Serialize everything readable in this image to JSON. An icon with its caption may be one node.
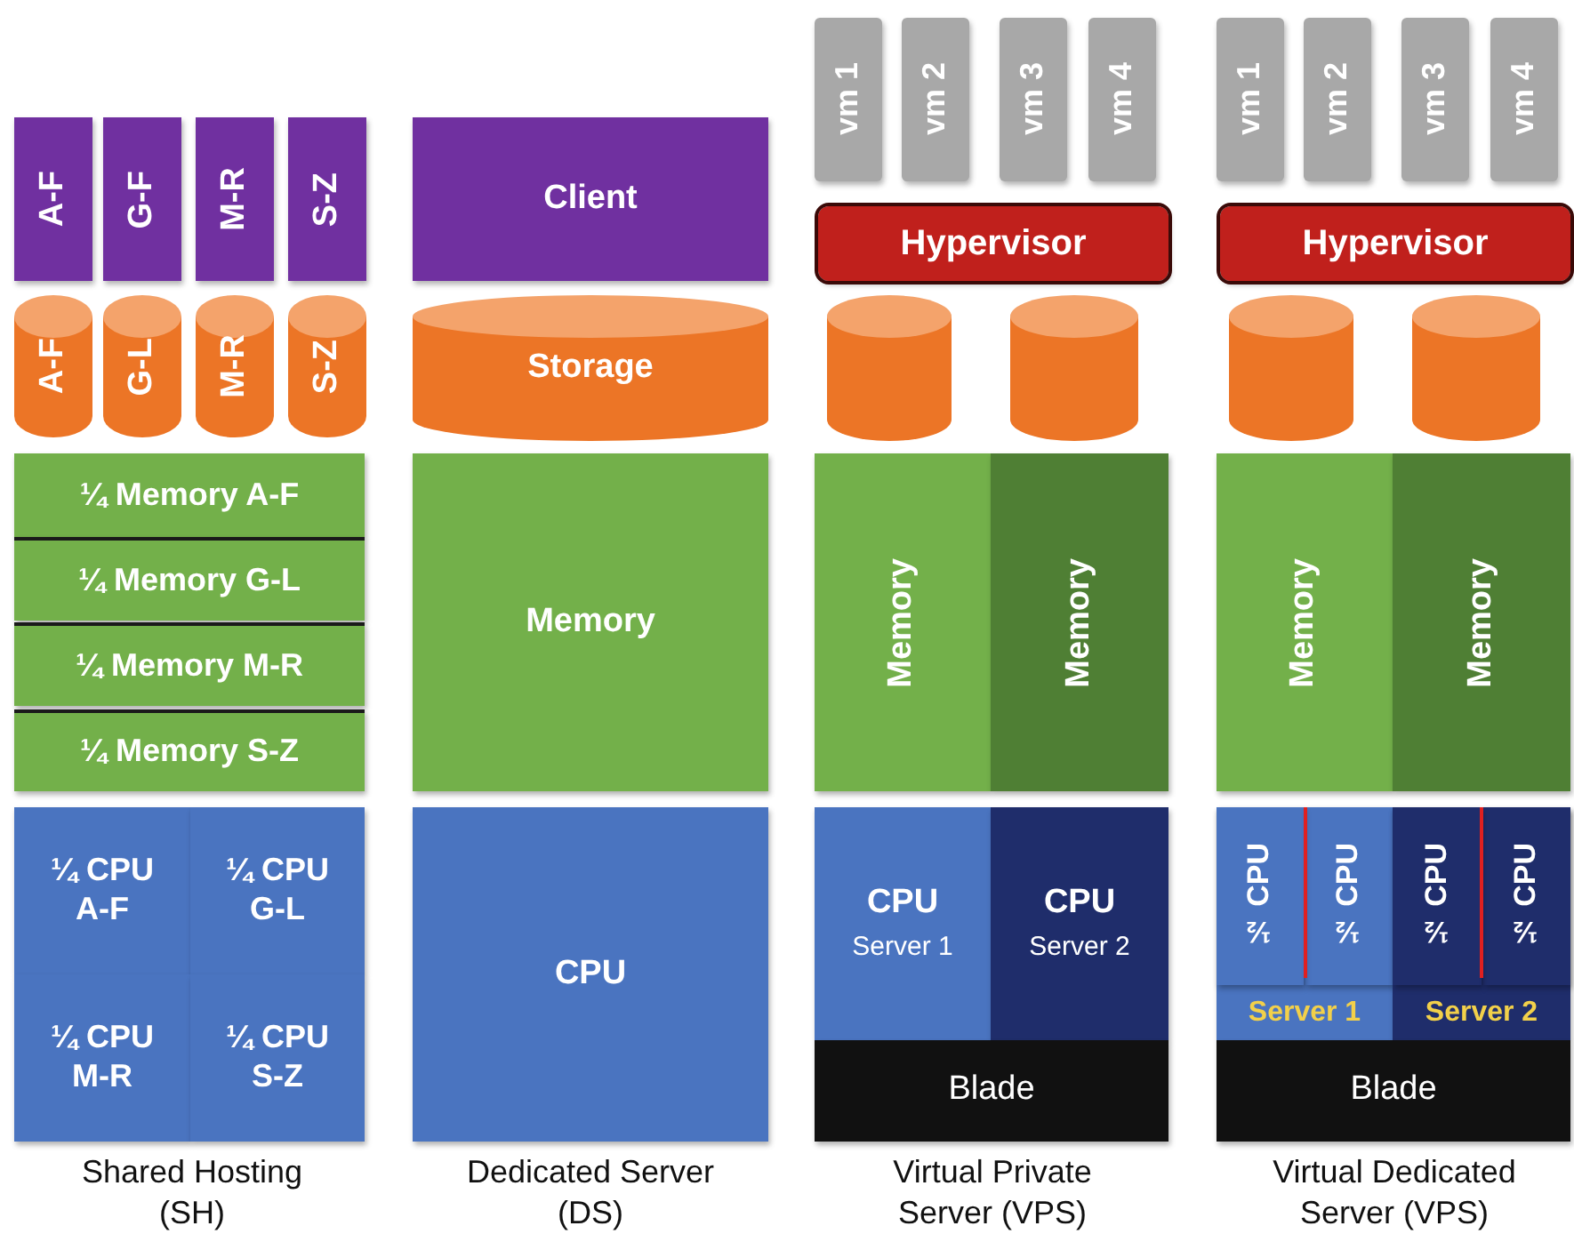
{
  "diagram": {
    "nodes": [
      {
        "text": [
          "A-F"
        ]
      },
      {
        "text": [
          "G-F"
        ]
      },
      {
        "text": [
          "M-R"
        ]
      },
      {
        "text": [
          "S-Z"
        ]
      },
      {
        "text": [
          "A-F"
        ]
      },
      {
        "text": [
          "G-L"
        ]
      },
      {
        "text": [
          "M-R"
        ]
      },
      {
        "text": [
          "S-Z"
        ]
      },
      {
        "text": [
          "¼ Memory A-F"
        ]
      },
      {
        "text": [
          "¼ Memory G-L"
        ]
      },
      {
        "text": [
          "¼ Memory M-R"
        ]
      },
      {
        "text": [
          "¼ Memory S-Z"
        ]
      },
      {
        "text": [
          "¼ CPU A-F"
        ]
      },
      {
        "text": [
          "¼ CPU G-L"
        ]
      },
      {
        "text": [
          "¼ CPU M-R"
        ]
      },
      {
        "text": [
          "¼ CPU S-Z"
        ]
      },
      {
        "text": [
          "Client"
        ]
      },
      {
        "text": [
          "Storage"
        ]
      },
      {
        "text": [
          "Memory"
        ]
      },
      {
        "text": [
          "CPU"
        ]
      },
      {
        "text": [
          "vm 1"
        ]
      },
      {
        "text": [
          "vm 2"
        ]
      },
      {
        "text": [
          "vm 3"
        ]
      },
      {
        "text": [
          "vm 4"
        ]
      },
      {
        "text": [
          "Hypervisor"
        ]
      },
      {
        "text": [],
        "shape": "cylinder"
      },
      {
        "text": [],
        "shape": "cylinder"
      },
      {
        "text": [
          "Memory"
        ]
      },
      {
        "text": [
          "Memory"
        ]
      },
      {
        "text": [
          "CPU",
          "Server 1"
        ]
      },
      {
        "text": [
          "CPU",
          "Server 2"
        ]
      },
      {
        "text": [
          "Blade"
        ]
      },
      {
        "text": [
          "vm 1"
        ]
      },
      {
        "text": [
          "vm 2"
        ]
      },
      {
        "text": [
          "vm 3"
        ]
      },
      {
        "text": [
          "vm 4"
        ]
      },
      {
        "text": [
          "Hypervisor"
        ]
      },
      {
        "text": [],
        "shape": "cylinder"
      },
      {
        "text": [],
        "shape": "cylinder"
      },
      {
        "text": [
          "Memory"
        ]
      },
      {
        "text": [
          "Memory"
        ]
      },
      {
        "text": [
          "Server 1"
        ]
      },
      {
        "text": [
          "½ CPU"
        ],
        "in": 41
      },
      {
        "text": [
          "½ CPU"
        ],
        "in": 41
      },
      {
        "text": [
          "Server 2"
        ]
      },
      {
        "text": [
          "½ CPU"
        ],
        "in": 44
      },
      {
        "text": [
          "½ CPU"
        ],
        "in": 44
      },
      {
        "text": [
          "Blade"
        ]
      }
    ],
    "labels": [
      "Shared Hosting (SH)",
      "Dedicated Server (DS)",
      "Virtual Private Server (VPS)",
      "Virtual Dedicated Server (VPS)"
    ]
  }
}
